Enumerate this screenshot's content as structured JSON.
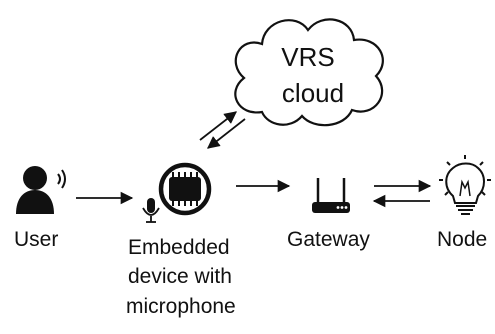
{
  "diagram": {
    "cloud": {
      "line1": "VRS",
      "line2": "cloud"
    },
    "nodes": {
      "user": {
        "label": "User",
        "icon": "person-icon"
      },
      "device": {
        "label_lines": [
          "Embedded",
          "device with",
          "microphone"
        ],
        "icon": "microchip-icon",
        "mic_icon": "microphone-icon"
      },
      "gateway": {
        "label": "Gateway",
        "icon": "router-icon"
      },
      "node": {
        "label": "Node",
        "icon": "lightbulb-icon"
      }
    },
    "colors": {
      "ink": "#111111",
      "background": "#ffffff"
    }
  }
}
